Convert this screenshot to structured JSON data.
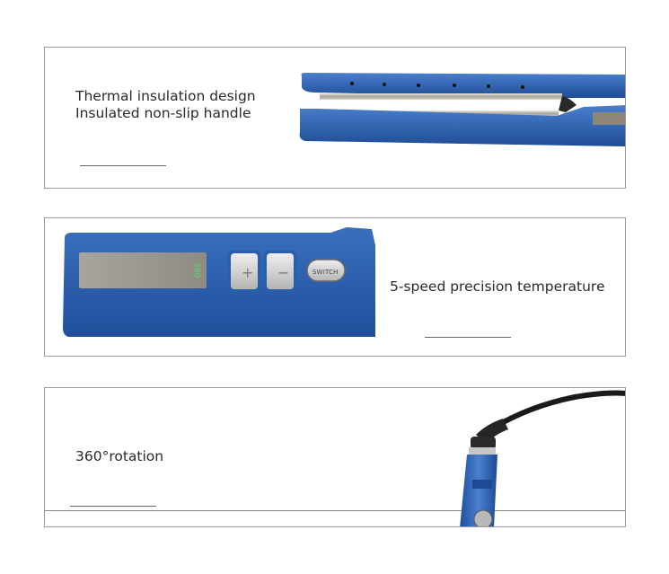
{
  "features": {
    "thermal": {
      "line1": "Thermal insulation design",
      "line2": "Insulated non-slip handle"
    },
    "temperature": {
      "label": "5-speed precision temperature",
      "display_value": "300",
      "plus_symbol": "+",
      "minus_symbol": "−",
      "switch_label": "SWITCH"
    },
    "rotation": {
      "label": "360°rotation"
    }
  },
  "colors": {
    "device_blue": "#2f63b4",
    "device_blue_dark": "#1d4a93",
    "plate_silver": "#b9b9b4",
    "border": "#9a9a9a",
    "display_text": "#5fd17a"
  }
}
